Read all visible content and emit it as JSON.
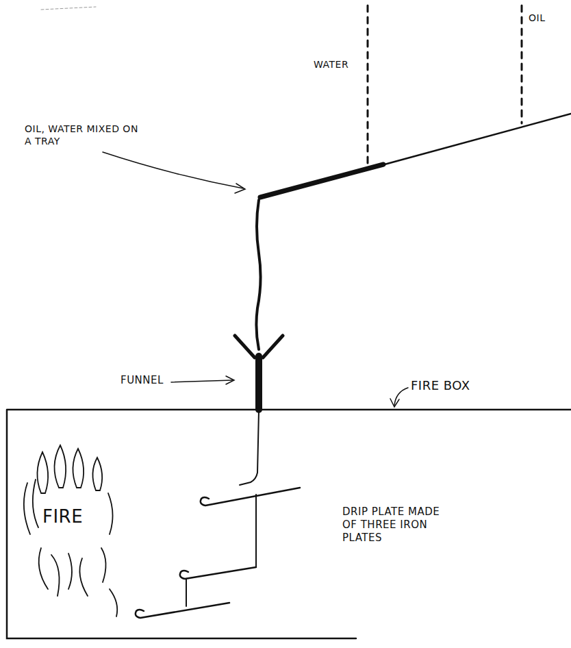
{
  "diagram": {
    "labels": [
      "WATER",
      "OIL",
      "OIL, WATER MIXED ON A TRAY",
      "FUNNEL",
      "FIRE BOX",
      "DRIP PLATE MADE OF THREE IRON PLATES",
      "FIRE"
    ]
  }
}
